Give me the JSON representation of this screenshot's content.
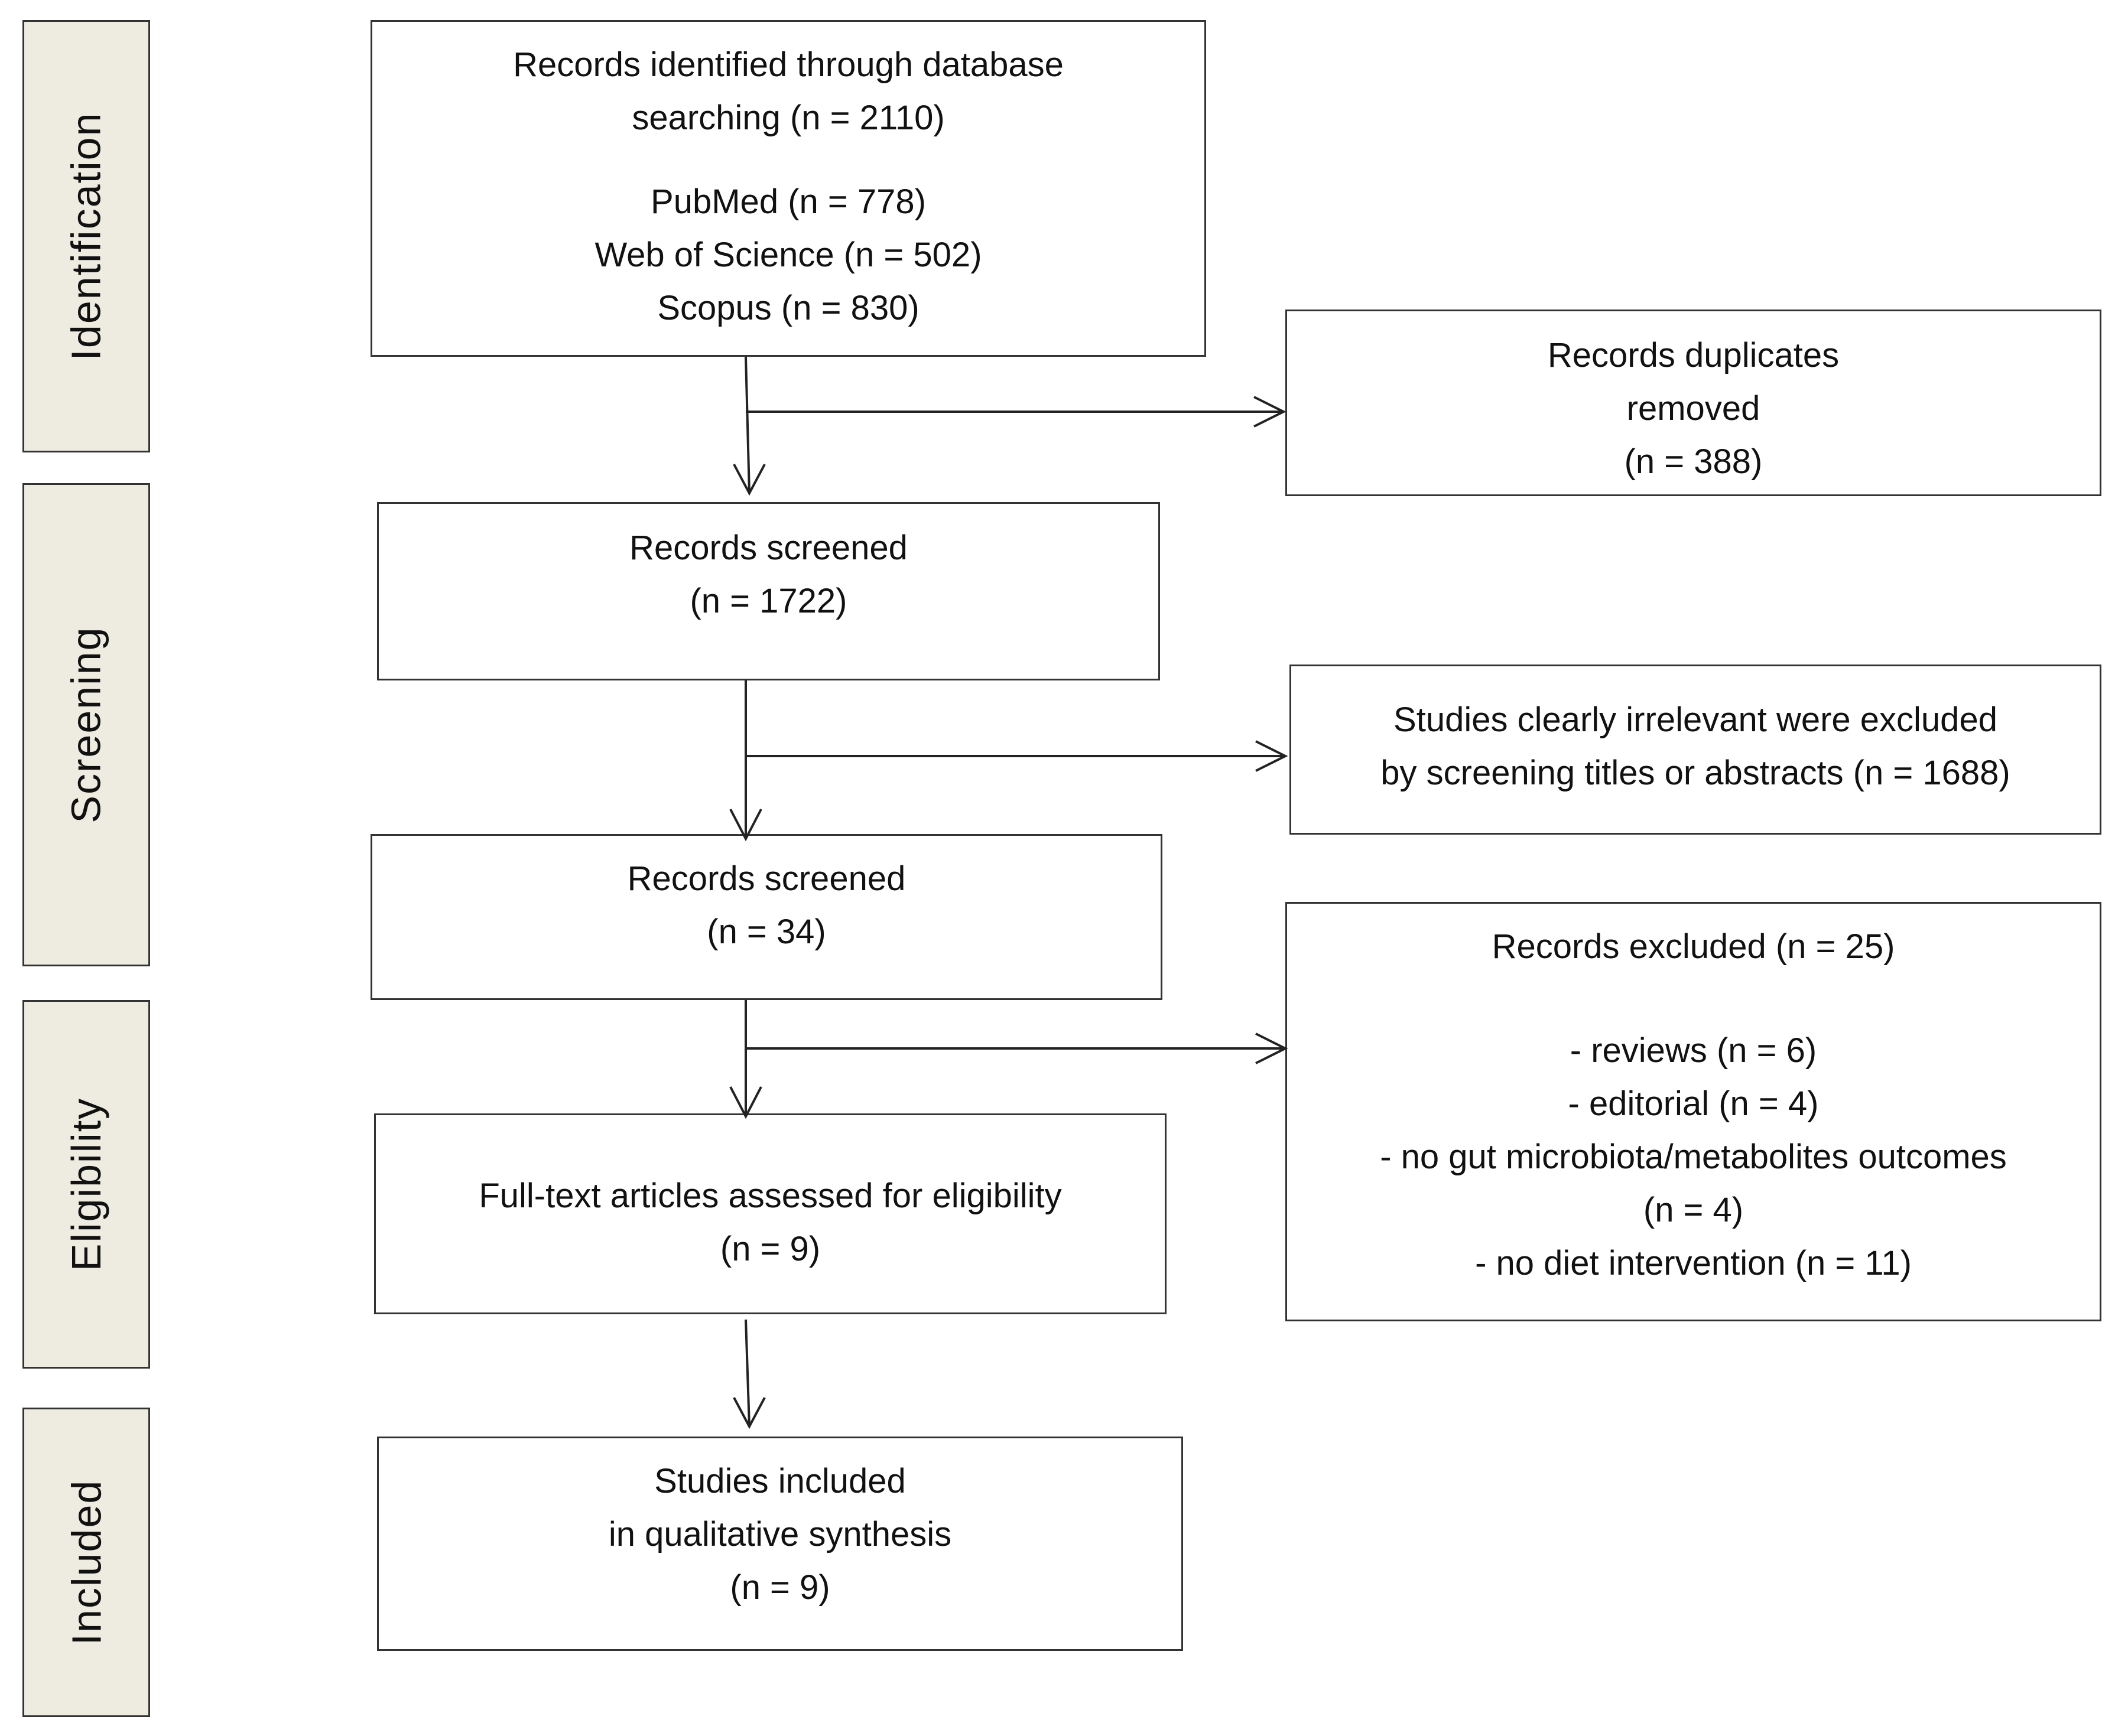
{
  "phases": {
    "identification": "Identification",
    "screening": "Screening",
    "eligibility": "Eligibility",
    "included": "Included"
  },
  "boxes": {
    "identified": {
      "line1": "Records identified through database",
      "line2": "searching (n = 2110)",
      "line3": "PubMed (n = 778)",
      "line4": "Web of Science (n = 502)",
      "line5": "Scopus (n = 830)"
    },
    "duplicates": {
      "line1": "Records duplicates",
      "line2": "removed",
      "line3": "(n = 388)"
    },
    "screened1": {
      "line1": "Records screened",
      "line2": "(n = 1722)"
    },
    "irrelevant": {
      "line1": "Studies clearly irrelevant were excluded",
      "line2": "by screening titles or abstracts (n = 1688)"
    },
    "screened2": {
      "line1": "Records screened",
      "line2": "(n = 34)"
    },
    "excluded": {
      "title": "Records excluded (n = 25)",
      "items": [
        "- reviews (n = 6)",
        "- editorial (n = 4)",
        "- no gut microbiota/metabolites outcomes",
        "(n = 4)",
        "- no diet intervention (n = 11)"
      ]
    },
    "fulltext": {
      "line1": "Full-text articles assessed for eligibility",
      "line2": "(n = 9)"
    },
    "included": {
      "line1": "Studies included",
      "line2": "in qualitative synthesis",
      "line3": "(n = 9)"
    }
  }
}
